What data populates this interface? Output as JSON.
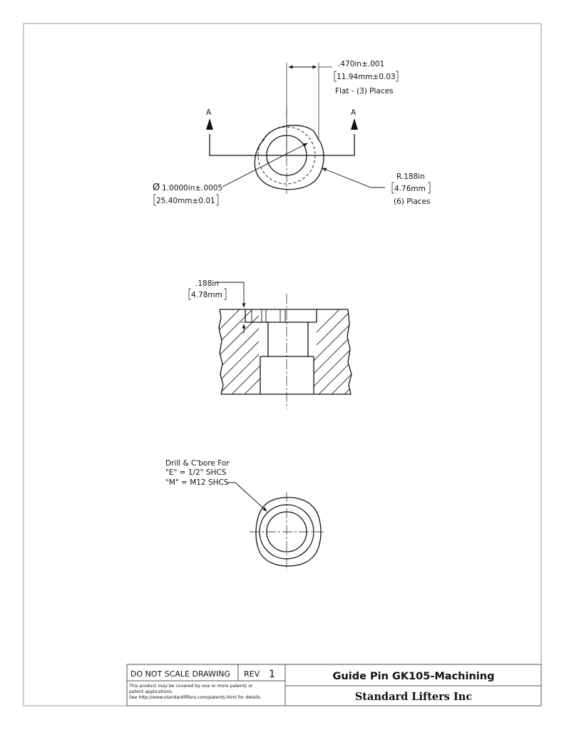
{
  "top_view": {
    "flat_dim": {
      "line1": ".470in±.001",
      "line2": "11.94mm±0.03",
      "line3": "Flat - (3) Places"
    },
    "section_label_left": "A",
    "section_label_right": "A",
    "diameter_dim": {
      "symbol": "Ø",
      "line1": "1.0000in±.0005",
      "line2": "25.40mm±0.01"
    },
    "radius_dim": {
      "line1": "R.188in",
      "line2": "4.76mm",
      "line3": "(6) Places"
    }
  },
  "section_view": {
    "depth_dim": {
      "line1": ".188in",
      "line2": "4.78mm"
    }
  },
  "bottom_view": {
    "note": {
      "line1": "Drill & C'bore For",
      "line2": "\"E\" = 1/2\" SHCS",
      "line3": "\"M\" = M12 SHCS"
    }
  },
  "title_block": {
    "do_not_scale": "DO NOT SCALE DRAWING",
    "rev_label": "REV",
    "rev_value": "1",
    "title": "Guide Pin GK105-Machining",
    "company": "Standard Lifters Inc",
    "patent_line1": "This product may be covered by one or more patents or",
    "patent_line2": "patent applications.",
    "patent_line3": "See http://www.standardlifters.com/patents.html for details."
  }
}
